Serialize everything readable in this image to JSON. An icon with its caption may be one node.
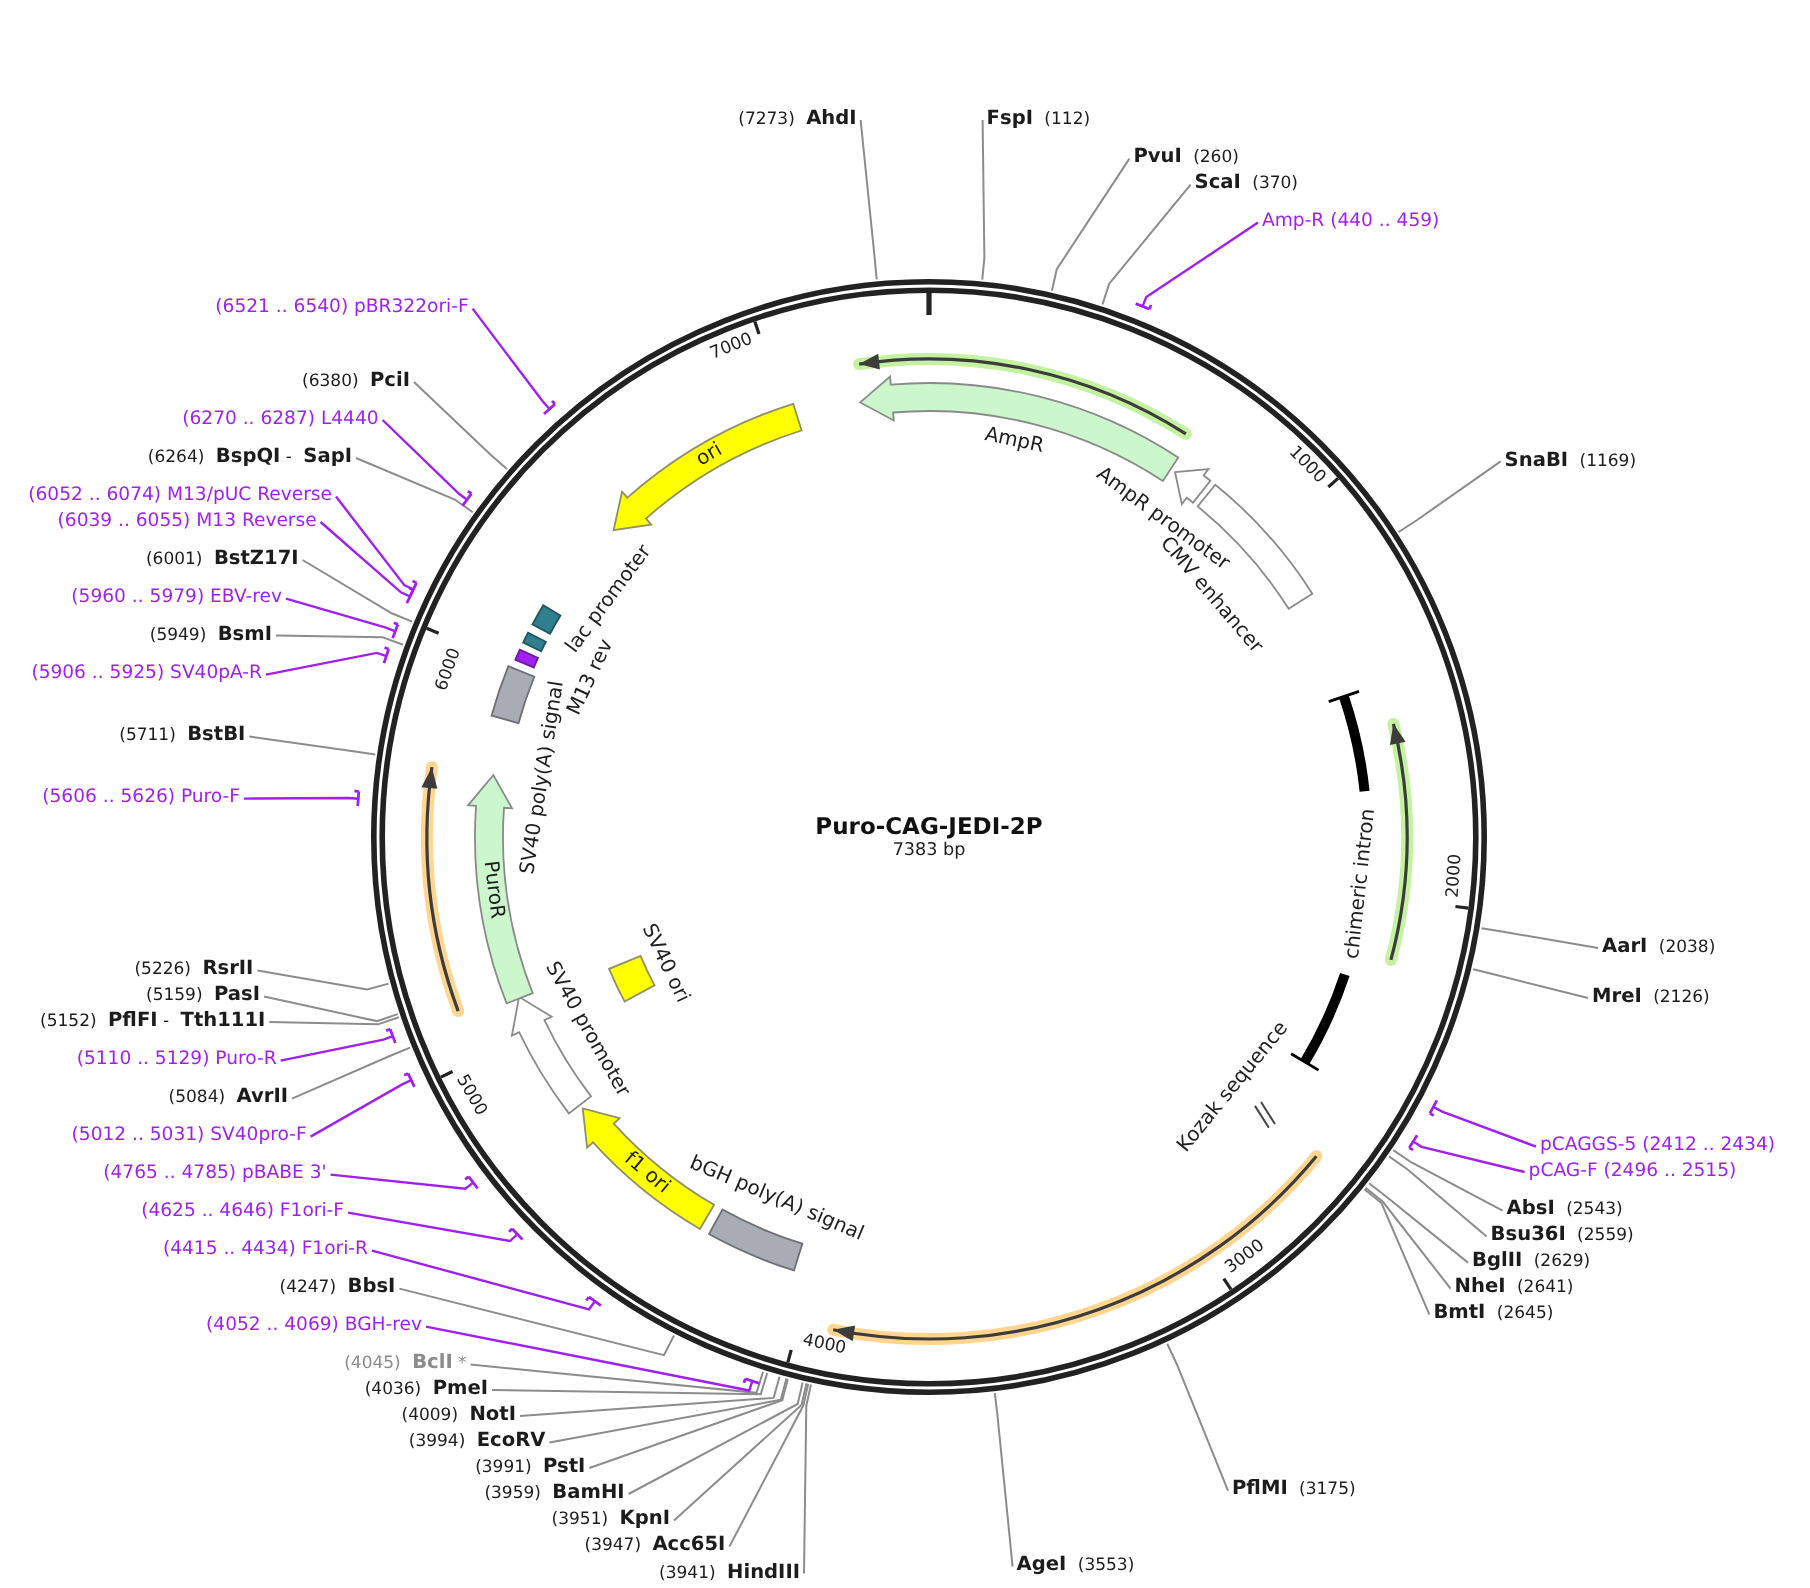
{
  "diagram": {
    "title": "Puro-CAG-JEDI-2P",
    "nodes": [
      {
        "text": [
          "(7273) **AhdI**"
        ]
      },
      {
        "text": [
          "**FspI** (112)"
        ]
      },
      {
        "text": [
          "**PvuI** (260)"
        ]
      },
      {
        "text": [
          "**ScaI** (370)"
        ]
      },
      {
        "text": [
          "Amp-R (440 .. 459)"
        ]
      },
      {
        "text": [
          "**SnaBI** (1169)"
        ]
      },
      {
        "text": [
          "**AarI** (2038)"
        ]
      },
      {
        "text": [
          "**MreI** (2126)"
        ]
      },
      {
        "text": [
          "pCAGGS-5 (2412 .. 2434)"
        ]
      },
      {
        "text": [
          "pCAG-F (2496 .. 2515)"
        ]
      },
      {
        "text": [
          "**AbsI** (2543)"
        ]
      },
      {
        "text": [
          "**Bsu36I** (2559)"
        ]
      },
      {
        "text": [
          "**BglII** (2629)"
        ]
      },
      {
        "text": [
          "**NheI** (2641)"
        ]
      },
      {
        "text": [
          "**BmtI** (2645)"
        ]
      },
      {
        "text": [
          "**PflMI** (3175)"
        ]
      },
      {
        "text": [
          "**AgeI** (3553)"
        ]
      },
      {
        "text": [
          "(3941) **HindIII**"
        ]
      },
      {
        "text": [
          "(3947) **Acc65I**"
        ]
      },
      {
        "text": [
          "(3951) **KpnI**"
        ]
      },
      {
        "text": [
          "(3959) **BamHI**"
        ]
      },
      {
        "text": [
          "(3991) **PstI**"
        ]
      },
      {
        "text": [
          "(3994) **EcoRV**"
        ]
      },
      {
        "text": [
          "(4009) **NotI**"
        ]
      },
      {
        "text": [
          "(4036) **PmeI**"
        ]
      },
      {
        "text": [
          "(4045) **BclI** *"
        ]
      },
      {
        "text": [
          "(4052 .. 4069) BGH-rev"
        ]
      },
      {
        "text": [
          "(4247) **BbsI**"
        ]
      },
      {
        "text": [
          "(4415 .. 4434) F1ori-R"
        ]
      },
      {
        "text": [
          "(4625 .. 4646) F1ori-F"
        ]
      },
      {
        "text": [
          "(4765 .. 4785) pBABE 3'"
        ]
      },
      {
        "text": [
          "(5012 .. 5031) SV40pro-F"
        ]
      },
      {
        "text": [
          "(5084) **AvrII**"
        ]
      },
      {
        "text": [
          "(5110 .. 5129) Puro-R"
        ]
      },
      {
        "text": [
          "(5152) **PflFI** - **Tth111I**"
        ]
      },
      {
        "text": [
          "(5159) **PasI**"
        ]
      },
      {
        "text": [
          "(5226) **RsrII**"
        ]
      },
      {
        "text": [
          "(5606 .. 5626) Puro-F"
        ]
      },
      {
        "text": [
          "(5711) **BstBI**"
        ]
      },
      {
        "text": [
          "(5906 .. 5925) SV40pA-R"
        ]
      },
      {
        "text": [
          "(5949) **BsmI**"
        ]
      },
      {
        "text": [
          "(5960 .. 5979) EBV-rev"
        ]
      },
      {
        "text": [
          "(6001) **BstZ17I**"
        ]
      },
      {
        "text": [
          "(6039 .. 6055) M13 Reverse"
        ]
      },
      {
        "text": [
          "(6052 .. 6074) M13/pUC Reverse"
        ]
      },
      {
        "text": [
          "(6264) **BspQI** - **SapI**"
        ]
      },
      {
        "text": [
          "(6270 .. 6287) L4440"
        ]
      },
      {
        "text": [
          "(6380) **PciI**"
        ]
      },
      {
        "text": [
          "(6521 .. 6540) pBR322ori-F"
        ]
      },
      {
        "text": [
          "AmpR"
        ]
      },
      {
        "text": [
          "AmpR promoter"
        ]
      },
      {
        "text": [
          "CMV enhancer"
        ]
      },
      {
        "text": [
          "chimeric intron"
        ]
      },
      {
        "text": [
          "Kozak sequence"
        ]
      },
      {
        "text": [
          "bGH poly(A) signal"
        ]
      },
      {
        "text": [
          "f1 ori"
        ]
      },
      {
        "text": [
          "SV40 promoter"
        ]
      },
      {
        "text": [
          "SV40 ori"
        ]
      },
      {
        "text": [
          "PuroR"
        ]
      },
      {
        "text": [
          "SV40 poly(A) signal"
        ]
      },
      {
        "text": [
          "M13 rev"
        ]
      },
      {
        "text": [],
        "shape": "box"
      },
      {
        "text": [
          "lac promoter"
        ]
      },
      {
        "text": [
          "ori"
        ]
      }
    ],
    "edges": [
      {
        "from": 0,
        "to": null,
        "arrow": "none"
      },
      {
        "from": 1,
        "to": null,
        "arrow": "none"
      },
      {
        "from": 2,
        "to": null,
        "arrow": "none"
      },
      {
        "from": 3,
        "to": null,
        "arrow": "none"
      },
      {
        "from": 4,
        "to": null,
        "arrow": "other",
        "color": "#a020f0"
      },
      {
        "from": 5,
        "to": null,
        "arrow": "none"
      },
      {
        "from": 6,
        "to": null,
        "arrow": "none"
      },
      {
        "from": 7,
        "to": null,
        "arrow": "none"
      },
      {
        "from": 8,
        "to": null,
        "arrow": "other",
        "color": "#a020f0"
      },
      {
        "from": 9,
        "to": null,
        "arrow": "other",
        "color": "#a020f0"
      },
      {
        "from": 10,
        "to": null,
        "arrow": "none"
      },
      {
        "from": 11,
        "to": null,
        "arrow": "none"
      },
      {
        "from": 12,
        "to": null,
        "arrow": "none"
      },
      {
        "from": 13,
        "to": null,
        "arrow": "none"
      },
      {
        "from": 14,
        "to": null,
        "arrow": "none"
      },
      {
        "from": 15,
        "to": null,
        "arrow": "none"
      },
      {
        "from": 16,
        "to": null,
        "arrow": "none"
      },
      {
        "from": 17,
        "to": null,
        "arrow": "none"
      },
      {
        "from": 18,
        "to": null,
        "arrow": "none"
      },
      {
        "from": 19,
        "to": null,
        "arrow": "none"
      },
      {
        "from": 20,
        "to": null,
        "arrow": "none"
      },
      {
        "from": 21,
        "to": null,
        "arrow": "none"
      },
      {
        "from": 22,
        "to": null,
        "arrow": "none"
      },
      {
        "from": 23,
        "to": null,
        "arrow": "none"
      },
      {
        "from": 24,
        "to": null,
        "arrow": "none"
      },
      {
        "from": 25,
        "to": null,
        "arrow": "none"
      },
      {
        "from": 26,
        "to": null,
        "arrow": "other",
        "color": "#a020f0"
      },
      {
        "from": 27,
        "to": null,
        "arrow": "none"
      },
      {
        "from": 28,
        "to": null,
        "arrow": "other",
        "color": "#a020f0"
      },
      {
        "from": 29,
        "to": null,
        "arrow": "other",
        "color": "#a020f0"
      },
      {
        "from": 30,
        "to": null,
        "arrow": "other",
        "color": "#a020f0"
      },
      {
        "from": 31,
        "to": null,
        "arrow": "other",
        "color": "#a020f0"
      },
      {
        "from": 32,
        "to": null,
        "arrow": "none"
      },
      {
        "from": 33,
        "to": null,
        "arrow": "other",
        "color": "#a020f0"
      },
      {
        "from": 34,
        "to": null,
        "arrow": "none"
      },
      {
        "from": 35,
        "to": null,
        "arrow": "none"
      },
      {
        "from": 36,
        "to": null,
        "arrow": "none"
      },
      {
        "from": 37,
        "to": null,
        "arrow": "other",
        "color": "#a020f0"
      },
      {
        "from": 38,
        "to": null,
        "arrow": "none"
      },
      {
        "from": 39,
        "to": null,
        "arrow": "other",
        "color": "#a020f0"
      },
      {
        "from": 40,
        "to": null,
        "arrow": "none"
      },
      {
        "from": 41,
        "to": null,
        "arrow": "other",
        "color": "#a020f0"
      },
      {
        "from": 42,
        "to": null,
        "arrow": "none"
      },
      {
        "from": 43,
        "to": null,
        "arrow": "other",
        "color": "#a020f0"
      },
      {
        "from": 44,
        "to": null,
        "arrow": "other",
        "color": "#a020f0"
      },
      {
        "from": 45,
        "to": null,
        "arrow": "none"
      },
      {
        "from": 46,
        "to": null,
        "arrow": "other",
        "color": "#a020f0"
      },
      {
        "from": 47,
        "to": null,
        "arrow": "none"
      },
      {
        "from": 48,
        "to": null,
        "arrow": "other",
        "color": "#a020f0"
      }
    ],
    "labels": [
      "1000",
      "2000",
      "3000",
      "4000",
      "5000",
      "6000",
      "7000",
      "7383 bp"
    ]
  }
}
